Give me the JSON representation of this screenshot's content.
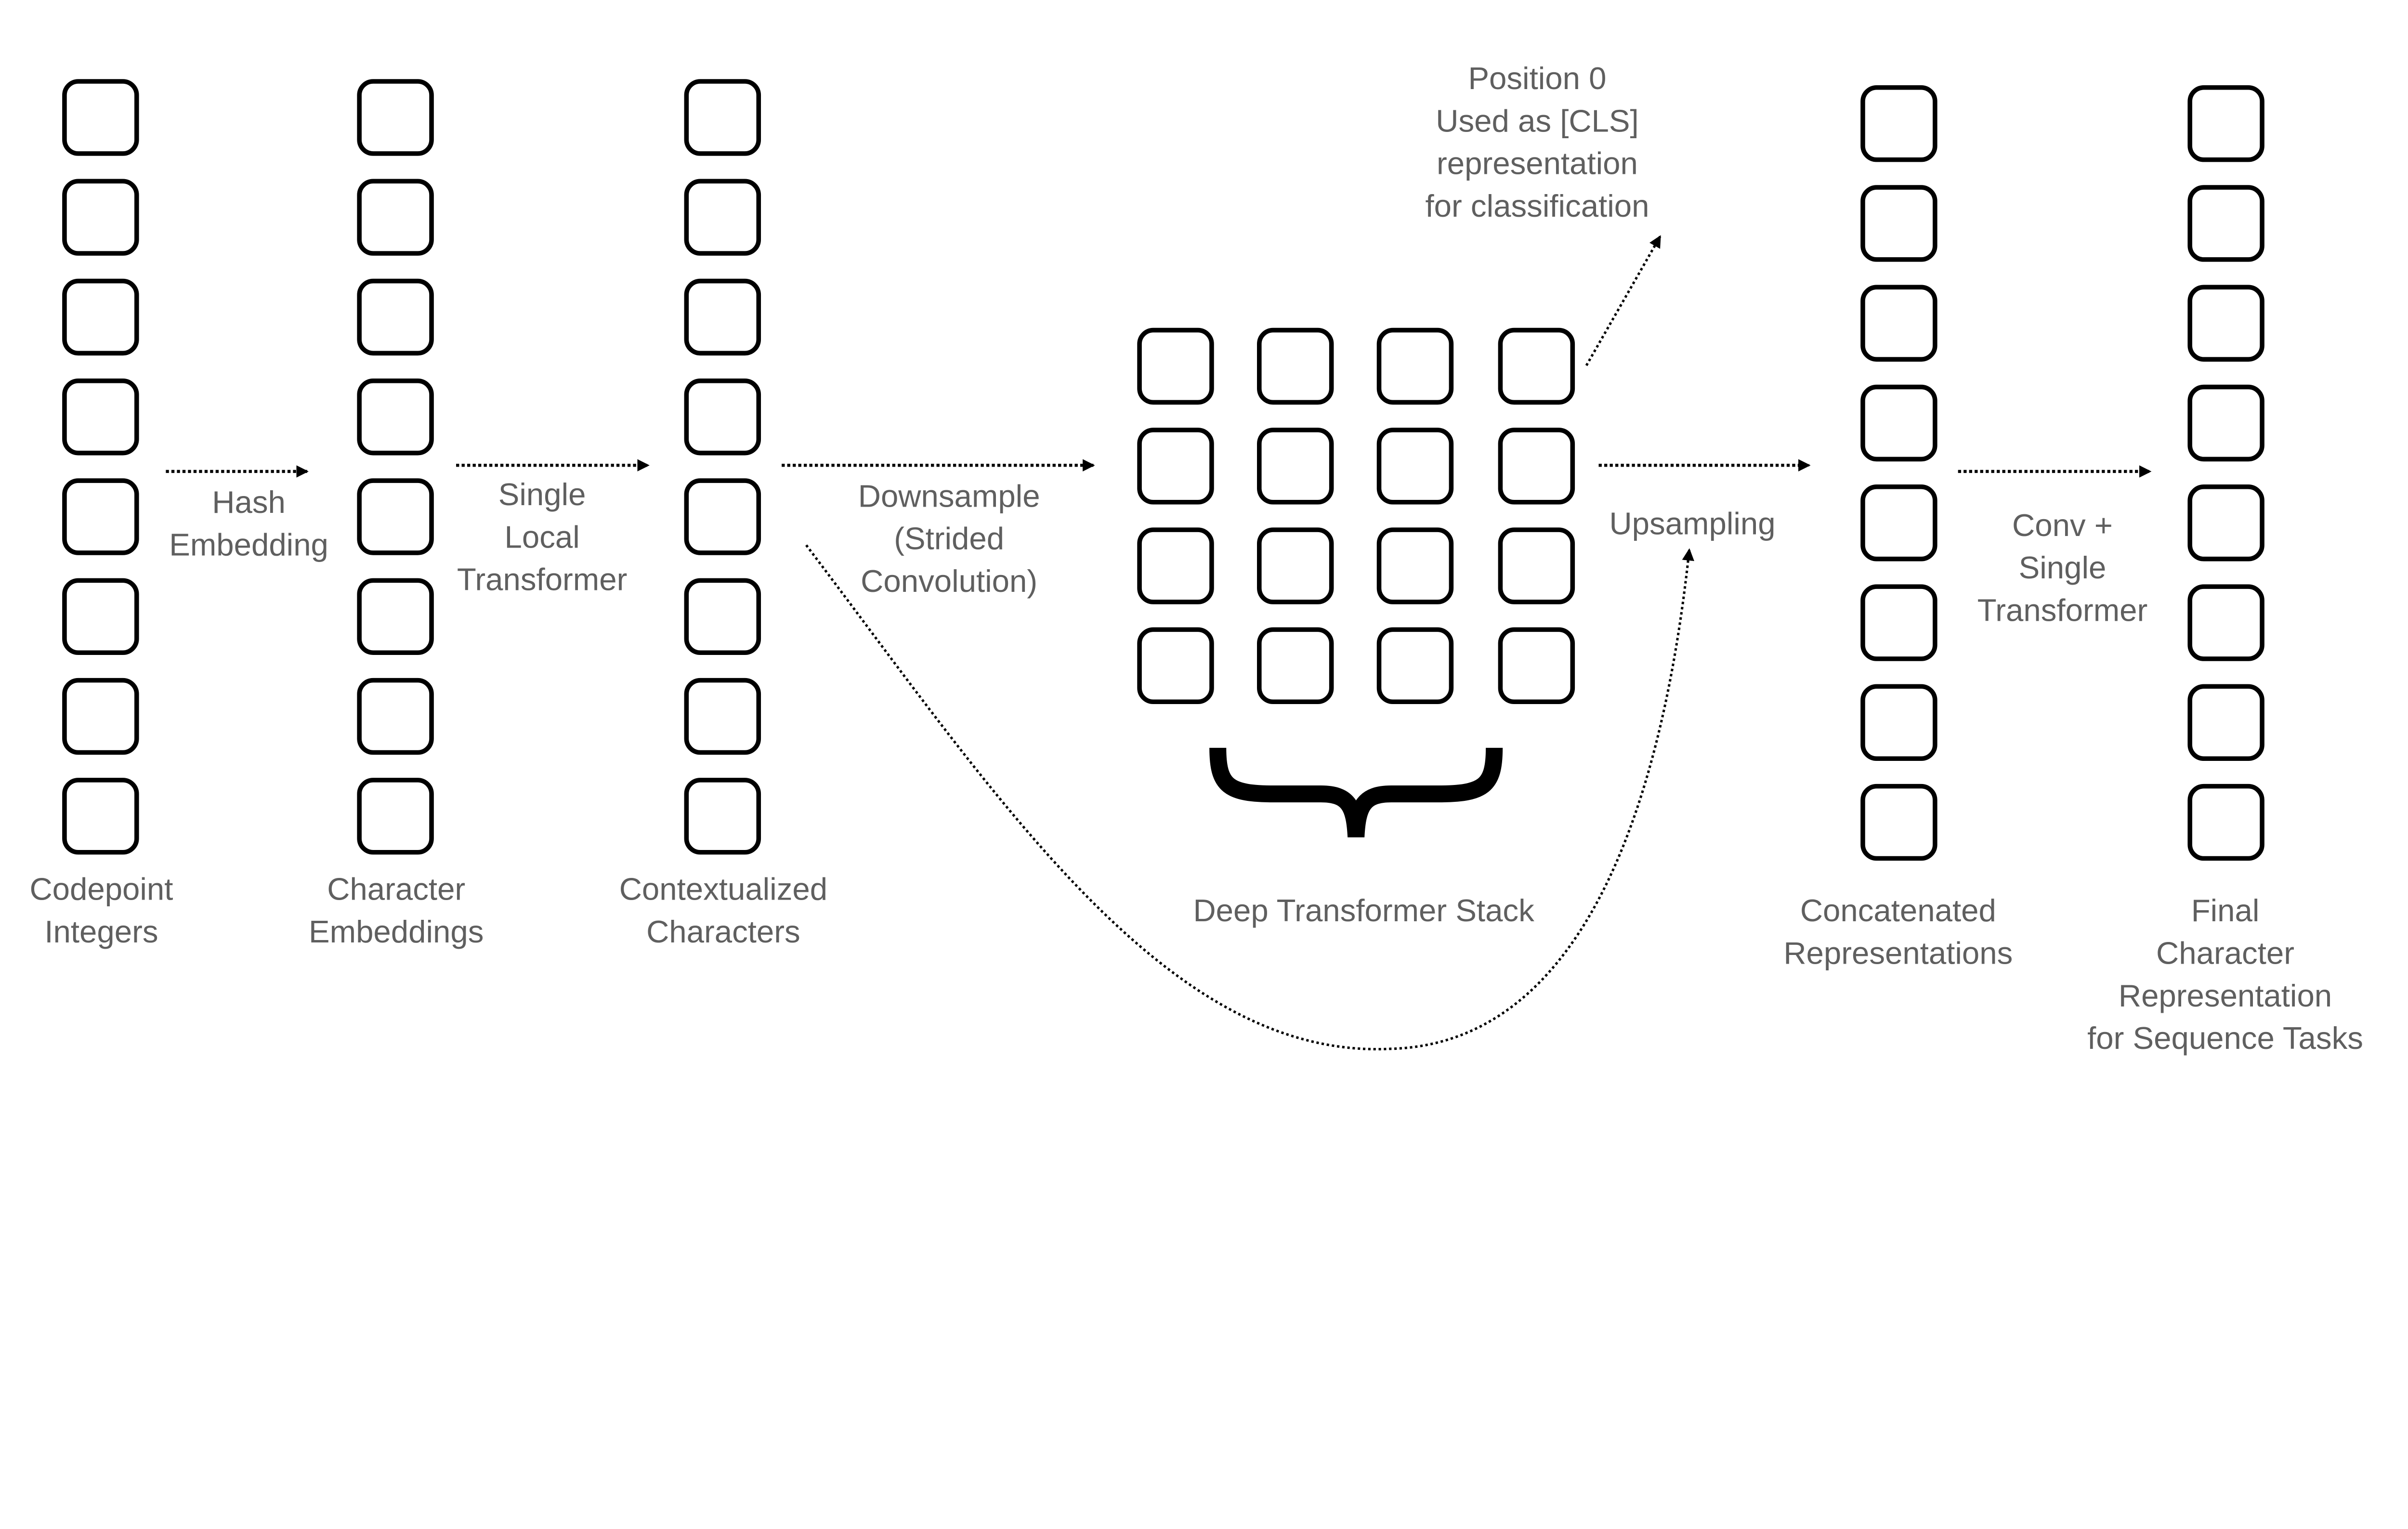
{
  "columns": {
    "codepoint": [
      "Codepoint",
      "Integers"
    ],
    "char_emb": [
      "Character",
      "Embeddings"
    ],
    "contextual": [
      "Contextualized",
      "Characters"
    ],
    "concat": [
      "Concatenated",
      "Representations"
    ],
    "final": [
      "Final",
      "Character",
      "Representation",
      "for Sequence Tasks"
    ]
  },
  "edges": {
    "hash": [
      "Hash",
      "Embedding"
    ],
    "local": [
      "Single",
      "Local",
      "Transformer"
    ],
    "down": [
      "Downsample",
      "(Strided",
      "Convolution)"
    ],
    "up": [
      "Upsampling"
    ],
    "conv": [
      "Conv +",
      "Single",
      "Transformer"
    ]
  },
  "stack_label": "Deep Transformer Stack",
  "cls_note": [
    "Position 0",
    "Used as [CLS]",
    "representation",
    "for classification"
  ],
  "colors": {
    "text": "#5f5f5f",
    "stroke": "#000000"
  }
}
